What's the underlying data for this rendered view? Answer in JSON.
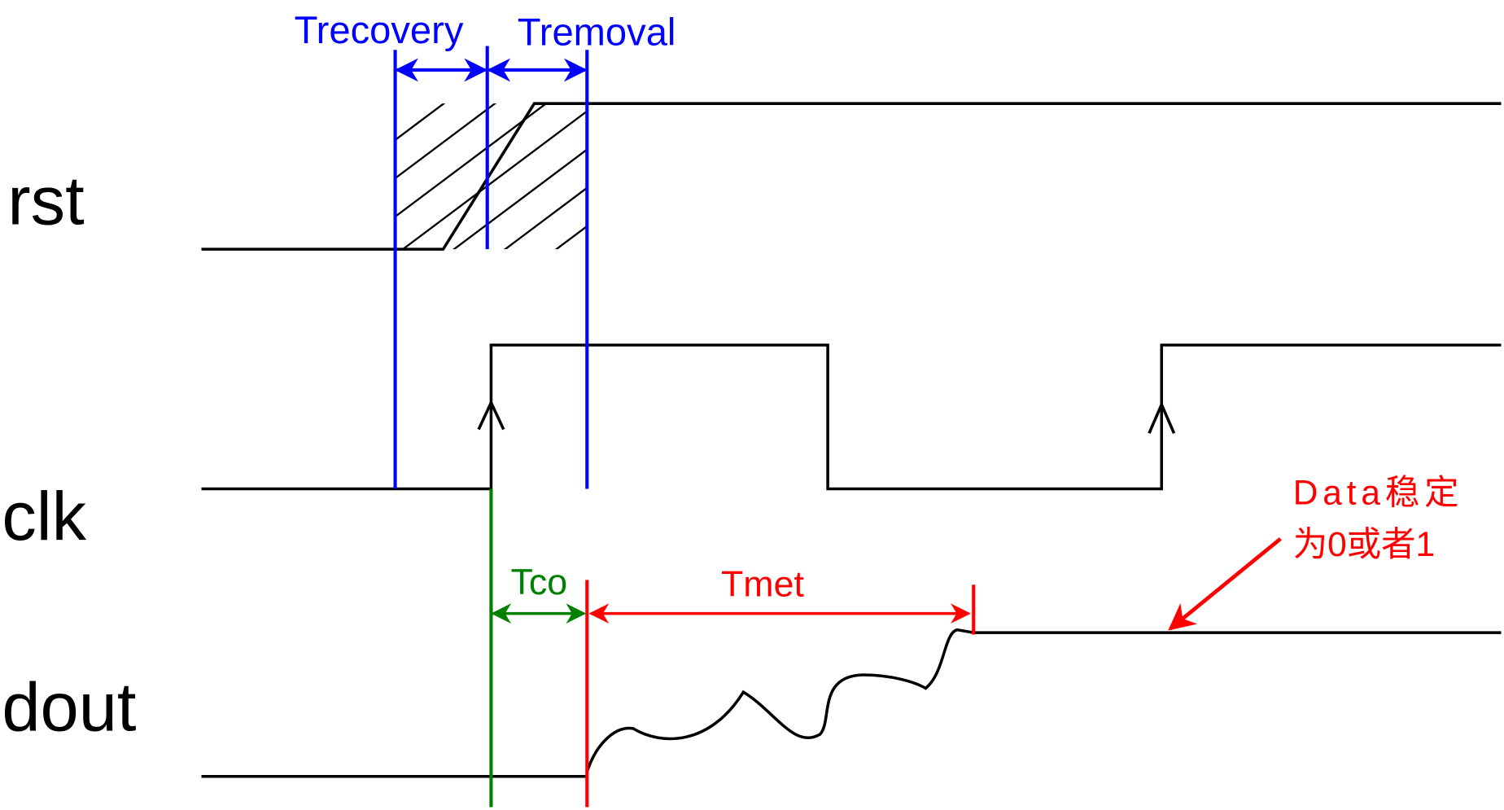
{
  "signals": {
    "rst": "rst",
    "clk": "clk",
    "dout": "dout"
  },
  "timing_labels": {
    "recovery": "Trecovery",
    "removal": "Tremoval",
    "tco": "Tco",
    "tmet": "Tmet"
  },
  "annotation": {
    "line1": "Data稳定",
    "line2": "为0或者1"
  },
  "colors": {
    "signal": "#000000",
    "recovery_removal": "#0000ff",
    "tco": "#008000",
    "tmet": "#ff0000"
  }
}
